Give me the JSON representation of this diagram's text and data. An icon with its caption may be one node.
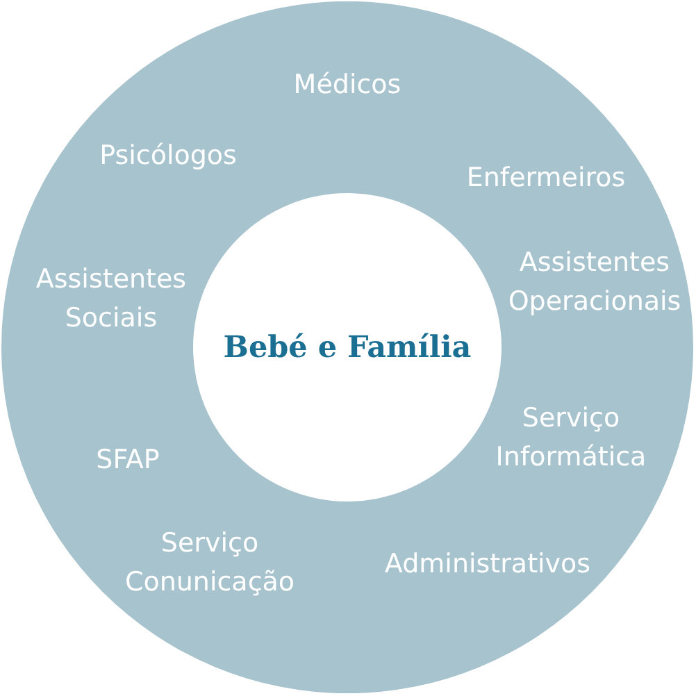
{
  "diagram": {
    "nodes": [
      {
        "text": [
          "Médicos",
          "Psicólogos",
          "Enfermeiros",
          "Assistentes Sociais",
          "Assistentes Operacionais",
          "SFAP",
          "Serviço Informática",
          "Serviço Conunicação",
          "Administrativos"
        ]
      },
      {
        "text": [
          "Bebé e Família"
        ],
        "in": 0
      }
    ]
  }
}
